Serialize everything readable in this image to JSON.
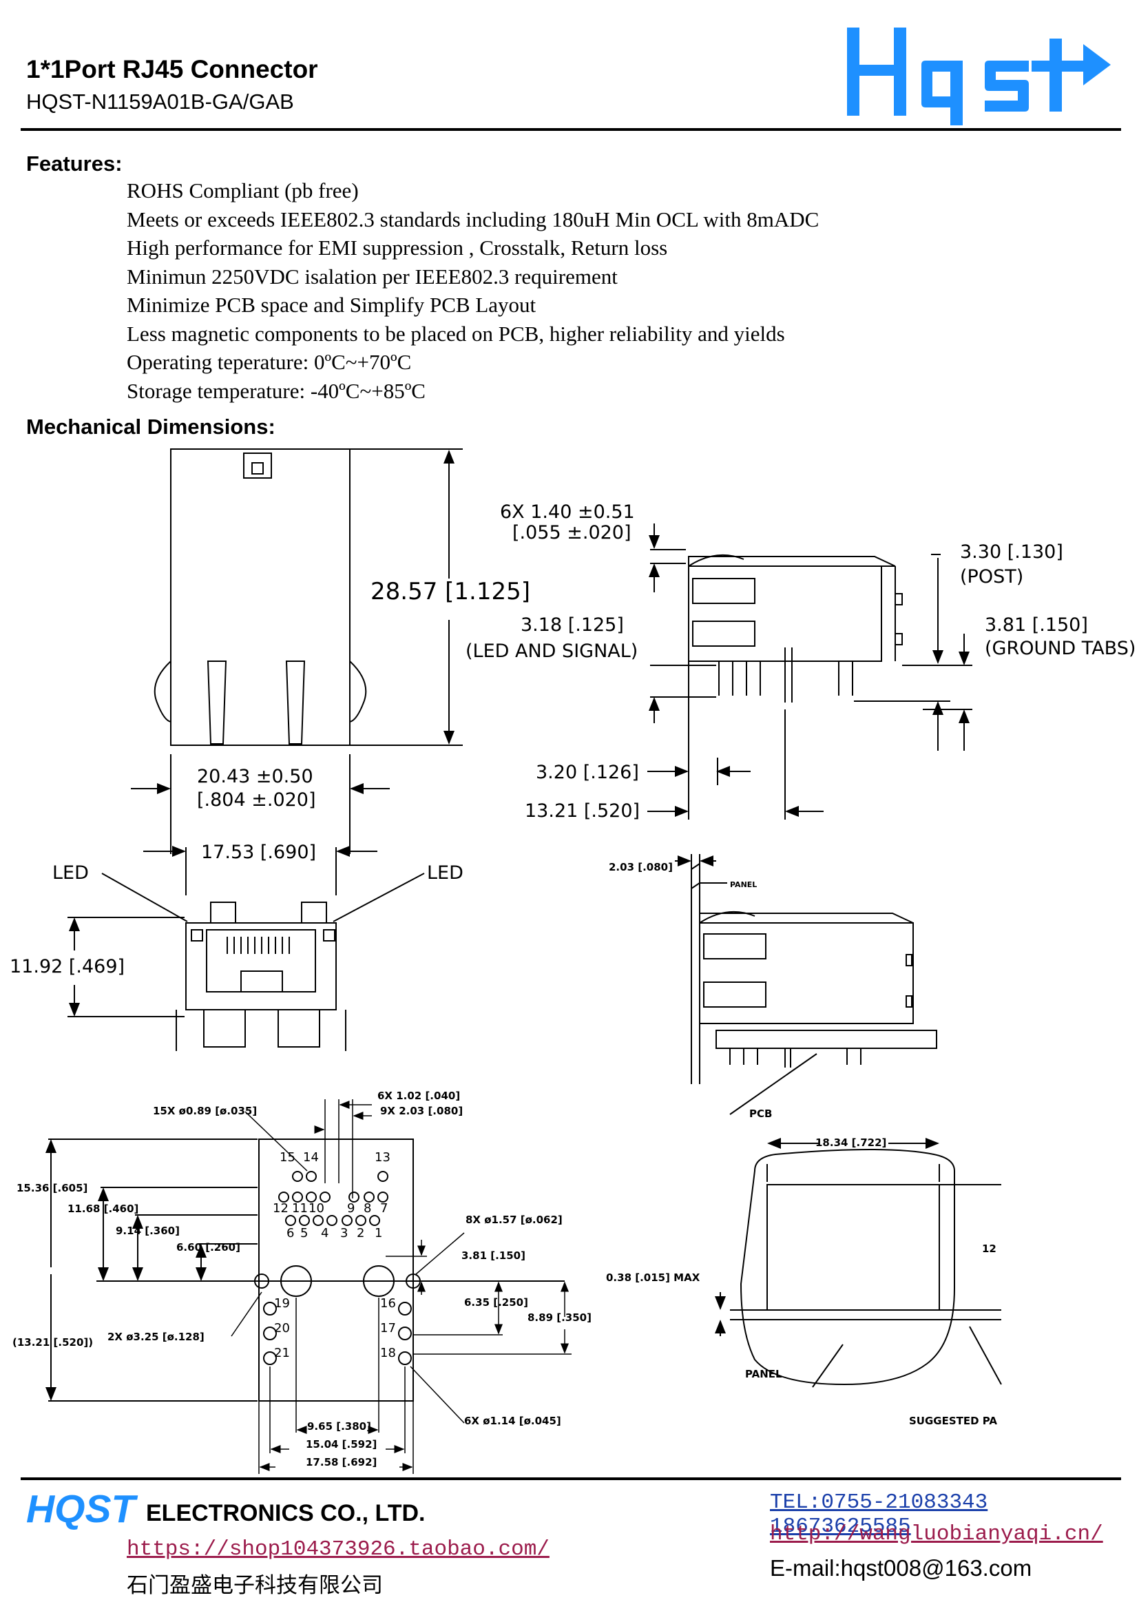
{
  "header": {
    "title": "1*1Port RJ45 Connector",
    "part_number": "HQST-N1159A01B-GA/GAB",
    "logo_text": "hqst"
  },
  "features": {
    "heading": "Features:",
    "items": [
      "ROHS Compliant (pb free)",
      "Meets or exceeds IEEE802.3 standards including 180uH Min OCL with 8mADC",
      "High performance for EMI suppression , Crosstalk, Return loss",
      "Minimun 2250VDC isalation per IEEE802.3 requirement",
      "Minimize PCB space and Simplify PCB Layout",
      "Less magnetic components to be placed on PCB, higher reliability and yields",
      "Operating teperature: 0ºC~+70ºC",
      "Storage temperature:  -40ºC~+85ºC"
    ]
  },
  "mechanical": {
    "heading": "Mechanical Dimensions:",
    "dims": {
      "height": "28.57  [1.125]",
      "pin_len_1": "6X  1.40  ±0.51",
      "pin_len_2": "[.055  ±.020]",
      "post_1": "3.30  [.130]",
      "post_2": "(POST)",
      "led_1": "3.18  [.125]",
      "led_2": "(LED  AND  SIGNAL)",
      "gnd_1": "3.81  [.150]",
      "gnd_2": "(GROUND  TABS)",
      "w_total_1": "20.43  ±0.50",
      "w_total_2": "[.804  ±.020]",
      "d_320": "3.20  [.126]",
      "d_1321": "13.21  [.520]",
      "w_inner": "17.53  [.690]",
      "led_left": "LED",
      "led_right": "LED",
      "h_front": "11.92  [.469]",
      "panel_gap": "2.03 [.080]",
      "panel": "PANEL",
      "pcb": "PCB",
      "holes_15x": "15X  ø0.89  [ø.035]",
      "pitch_6x": "6X  1.02  [.040]",
      "pitch_9x": "9X  2.03  [.080]",
      "y_1536": "15.36  [.605]",
      "y_1168": "11.68  [.460]",
      "y_914": "9.14  [.360]",
      "y_660": "6.60  [.260]",
      "holes_8x": "8X  ø1.57  [ø.062]",
      "y_381": "3.81  [.150]",
      "y_635": "6.35  [.250]",
      "y_889": "8.89  [.350]",
      "y_1321": "(13.21  [.520])",
      "holes_2x": "2X  ø3.25  [ø.128]",
      "holes_6x": "6X  ø1.14  [ø.045]",
      "x_965": "9.65  [.380]",
      "x_1504": "15.04  [.592]",
      "x_1758": "17.58  [.692]",
      "w_panel": "18.34  [.722]",
      "panel_r": "12",
      "max_gap": "0.38  [.015]  MAX",
      "panel_cut": "PANEL",
      "suggested": "SUGGESTED  PA"
    },
    "pins_top": [
      "15",
      "14",
      "13"
    ],
    "pins_row_a": [
      "12",
      "11",
      "10",
      "9",
      "8",
      "7"
    ],
    "pins_row_b": [
      "6",
      "5",
      "4",
      "3",
      "2",
      "1"
    ],
    "pins_left": [
      "19",
      "20",
      "21"
    ],
    "pins_right": [
      "16",
      "17",
      "18"
    ]
  },
  "footer": {
    "brand": "HQST",
    "company": "ELECTRONICS CO., LTD.",
    "shop_url": "https://shop104373926.taobao.com/",
    "cn_name": "石门盈盛电子科技有限公司",
    "tel": "TEL:0755-21083343  18673625585",
    "web_url": "http://wangluobianyaqi.cn/",
    "email": "E-mail:hqst008@163.com"
  },
  "colors": {
    "brand_blue": "#1e90ff",
    "url_red": "#9b1b4b",
    "tel_blue": "#1a3faa"
  }
}
